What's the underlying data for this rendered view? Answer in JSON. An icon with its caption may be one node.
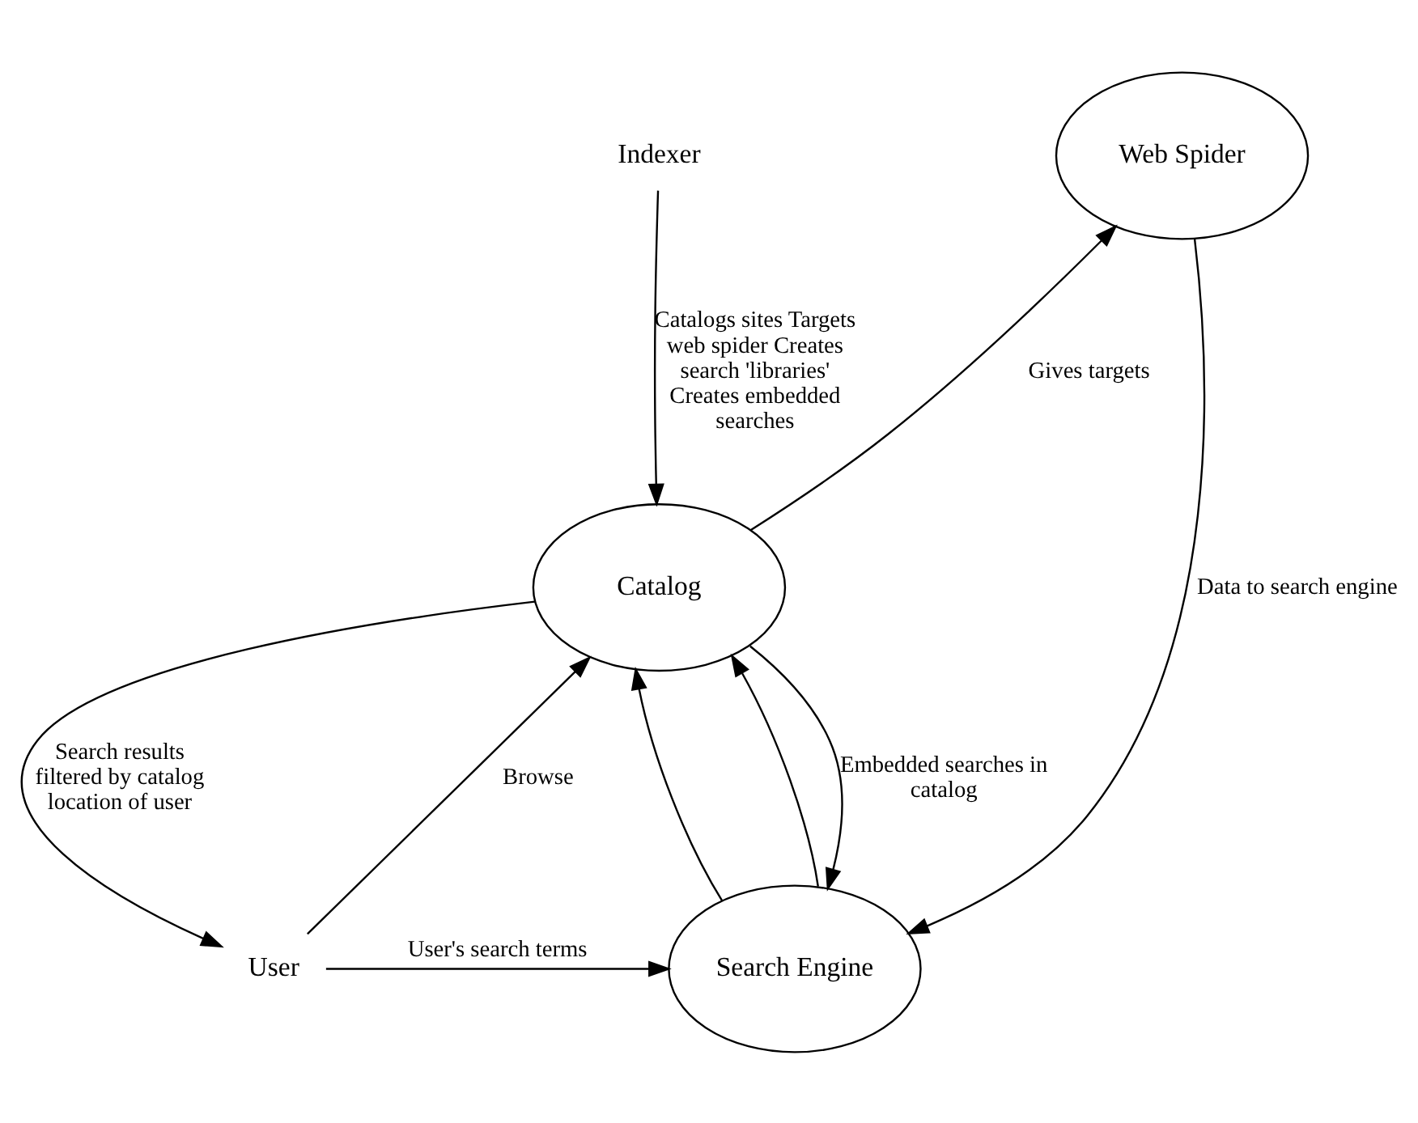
{
  "diagram": {
    "nodes": [
      {
        "text": [
          "Indexer"
        ]
      },
      {
        "text": [
          "Web Spider"
        ]
      },
      {
        "text": [
          "Catalog"
        ]
      },
      {
        "text": [
          "Search Engine"
        ]
      },
      {
        "text": [
          "User"
        ]
      }
    ],
    "edges": [
      {
        "from": 0,
        "to": 2,
        "arrow": "to",
        "label": "Catalogs sites Targets web spider Creates search 'libraries' Creates embedded searches"
      },
      {
        "from": 2,
        "to": 1,
        "arrow": "to",
        "label": "Gives targets"
      },
      {
        "from": 1,
        "to": 3,
        "arrow": "to",
        "label": "Data to search engine"
      },
      {
        "from": 2,
        "to": 3,
        "arrow": "to",
        "label": "Embedded searches in catalog"
      },
      {
        "from": 3,
        "to": 2,
        "arrow": "to"
      },
      {
        "from": 3,
        "to": 2,
        "arrow": "to"
      },
      {
        "from": 2,
        "to": 4,
        "arrow": "to",
        "label": "Search results filtered by catalog location of user"
      },
      {
        "from": 4,
        "to": 2,
        "arrow": "to",
        "label": "Browse"
      },
      {
        "from": 4,
        "to": 3,
        "arrow": "to",
        "label": "User's search terms"
      }
    ]
  }
}
